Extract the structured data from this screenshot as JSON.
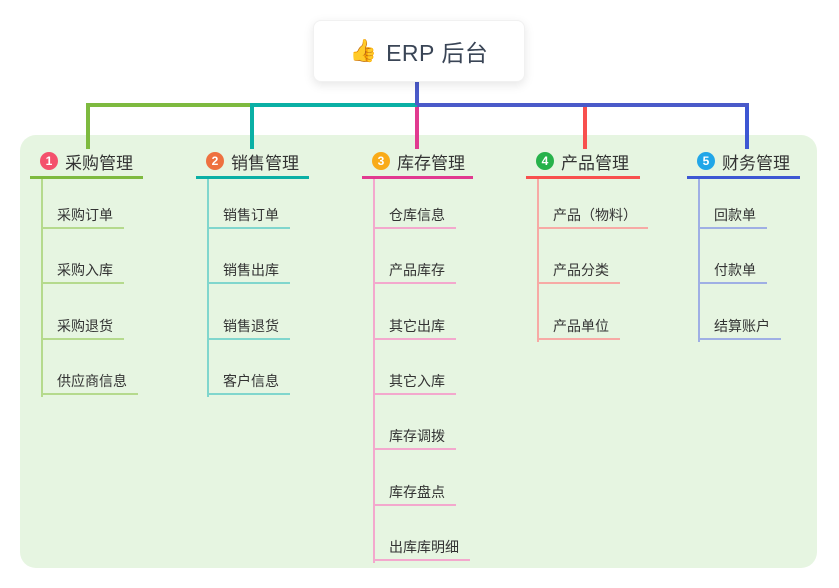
{
  "root": {
    "icon": "👍",
    "label": "ERP 后台"
  },
  "colors": {
    "panel_bg": "#e6f5e1",
    "connector": "#4a5ac9",
    "root_text": "#3a4556",
    "node_text": "#333333"
  },
  "branches": [
    {
      "badge": "1",
      "title": "采购管理",
      "badge_color": "#f4516c",
      "color": "#7eba3f",
      "light": "#b5da8d",
      "children": [
        "采购订单",
        "采购入库",
        "采购退货",
        "供应商信息"
      ]
    },
    {
      "badge": "2",
      "title": "销售管理",
      "badge_color": "#ee7140",
      "color": "#0ab0a5",
      "light": "#80d6cd",
      "children": [
        "销售订单",
        "销售出库",
        "销售退货",
        "客户信息"
      ]
    },
    {
      "badge": "3",
      "title": "库存管理",
      "badge_color": "#f9ab18",
      "color": "#e13a90",
      "light": "#f3a8cd",
      "children": [
        "仓库信息",
        "产品库存",
        "其它出库",
        "其它入库",
        "库存调拨",
        "库存盘点",
        "出库库明细"
      ]
    },
    {
      "badge": "4",
      "title": "产品管理",
      "badge_color": "#27b24b",
      "color": "#f8504e",
      "light": "#f7aaa5",
      "children": [
        "产品（物料）",
        "产品分类",
        "产品单位"
      ]
    },
    {
      "badge": "5",
      "title": "财务管理",
      "badge_color": "#21a6e8",
      "color": "#3d57d3",
      "light": "#9fafe4",
      "children": [
        "回款单",
        "付款单",
        "结算账户"
      ]
    }
  ]
}
